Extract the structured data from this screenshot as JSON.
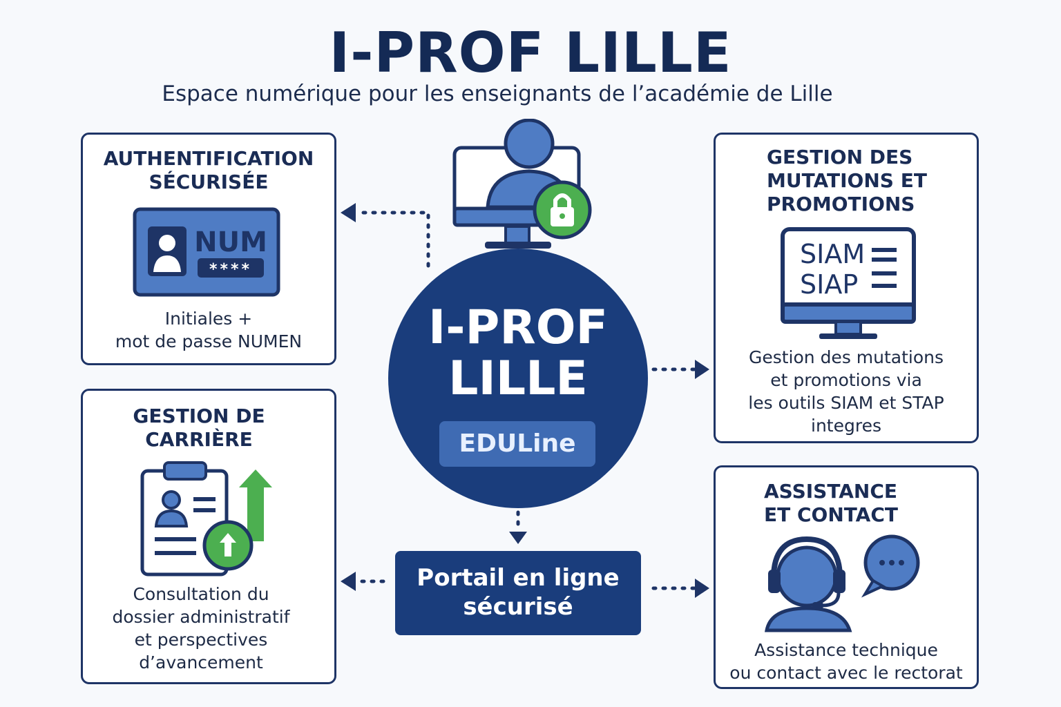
{
  "header": {
    "title": "I-PROF LILLE",
    "subtitle": "Espace numérique pour les enseignants de l’académie de Lille"
  },
  "center": {
    "title_lines": [
      "I-PROF",
      "LILLE"
    ],
    "badge": "EDULine"
  },
  "portal": {
    "lines": [
      "Portail en ligne",
      "sécurisé"
    ]
  },
  "cards": {
    "auth": {
      "title_lines": [
        "AUTHENTIFICATION",
        "SÉCURISÉE"
      ],
      "card_label": "NUM",
      "card_password": "****",
      "text_lines": [
        "Initiales +",
        "mot de passe NUMEN"
      ]
    },
    "career": {
      "title_lines": [
        "GESTION DE",
        "CARRIÈRE"
      ],
      "text_lines": [
        "Consultation du",
        "dossier administratif",
        "et perspectives",
        "d’avancement"
      ]
    },
    "mutations": {
      "title_lines": [
        "GESTION DES",
        "MUTATIONS ET",
        "PROMOTIONS"
      ],
      "screen_lines": [
        "SIAM",
        "SIAP"
      ],
      "text_lines": [
        "Gestion des mutations",
        "et promotions via",
        "les outils SIAM et STAP",
        "integres"
      ]
    },
    "assistance": {
      "title_lines": [
        "ASSISTANCE",
        "ET CONTACT"
      ],
      "text_lines": [
        "Assistance technique",
        "ou contact avec le rectorat"
      ]
    }
  },
  "colors": {
    "navy": "#1a3d7c",
    "outline": "#1e3466",
    "mid_blue": "#4f7cc4",
    "green": "#4caf50"
  }
}
